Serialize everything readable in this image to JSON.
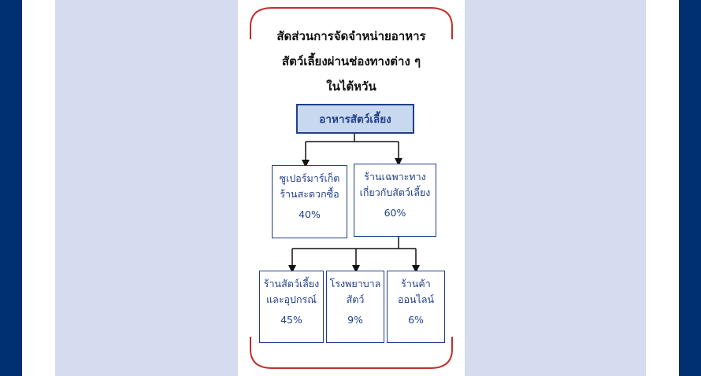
{
  "colors": {
    "dark_band": "#003070",
    "light_band": "#d5dcf0",
    "node_border": "#1f3f8a",
    "root_fill": "#c8d8ef",
    "bracket": "#c0302a"
  },
  "diagram": {
    "title_lines": [
      "สัดส่วนการจัดจำหน่ายอาหาร",
      "สัตว์เลี้ยงผ่านช่องทางต่าง ๆ",
      "ในไต้หวัน"
    ],
    "root": {
      "label": "อาหารสัตว์เลี้ยง"
    },
    "level2": [
      {
        "lines": [
          "ซูเปอร์มาร์เก็ต",
          "ร้านสะดวกซื้อ"
        ],
        "percent": "40%"
      },
      {
        "lines": [
          "ร้านเฉพาะทาง",
          "เกี่ยวกับสัตว์เลี้ยง"
        ],
        "percent": "60%"
      }
    ],
    "level3": [
      {
        "lines": [
          "ร้านสัตว์เลี้ยง",
          "และอุปกรณ์"
        ],
        "percent": "45%"
      },
      {
        "lines": [
          "โรงพยาบาล",
          "สัตว์"
        ],
        "percent": "9%"
      },
      {
        "lines": [
          "ร้านค้า",
          "ออนไลน์"
        ],
        "percent": "6%"
      }
    ]
  }
}
